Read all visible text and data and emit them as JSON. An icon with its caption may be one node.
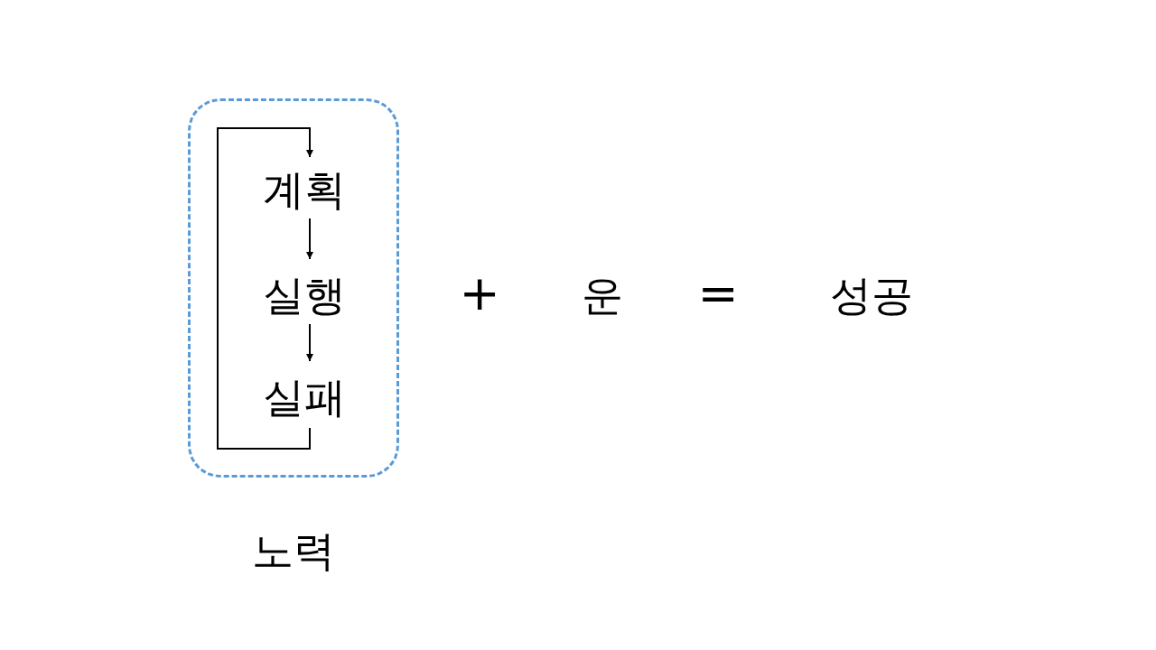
{
  "diagram": {
    "nodes": [
      {
        "text": [
          "노력"
        ]
      },
      {
        "text": [
          "계획"
        ],
        "in": 0
      },
      {
        "text": [
          "실행"
        ],
        "in": 0
      },
      {
        "text": [
          "실패"
        ],
        "in": 0
      },
      {
        "text": [
          "운"
        ]
      },
      {
        "text": [
          "성공"
        ]
      }
    ],
    "edges": [
      {
        "from": 1,
        "to": 2,
        "arrow": "to"
      },
      {
        "from": 2,
        "to": 3,
        "arrow": "to"
      },
      {
        "from": 3,
        "to": 1,
        "arrow": "to"
      }
    ],
    "labels": [
      "+",
      "="
    ]
  }
}
